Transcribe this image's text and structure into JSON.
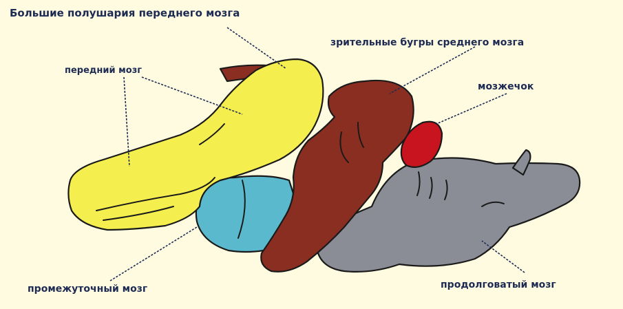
{
  "labels": {
    "cerebral_hemispheres": "Большие полушария переднего мозга",
    "optic_lobes": "зрительные бугры среднего мозга",
    "forebrain": "передний мозг",
    "cerebellum": "мозжечок",
    "diencephalon": "промежуточный мозг",
    "medulla": "продолговатый мозг"
  },
  "colors": {
    "background": "#fffbe0",
    "forebrain": "#f4ef4e",
    "midbrain": "#8b2e22",
    "cerebellum": "#c8141e",
    "diencephalon": "#5ab9cc",
    "medulla": "#8a8d95",
    "label_text": "#1d2a52"
  }
}
